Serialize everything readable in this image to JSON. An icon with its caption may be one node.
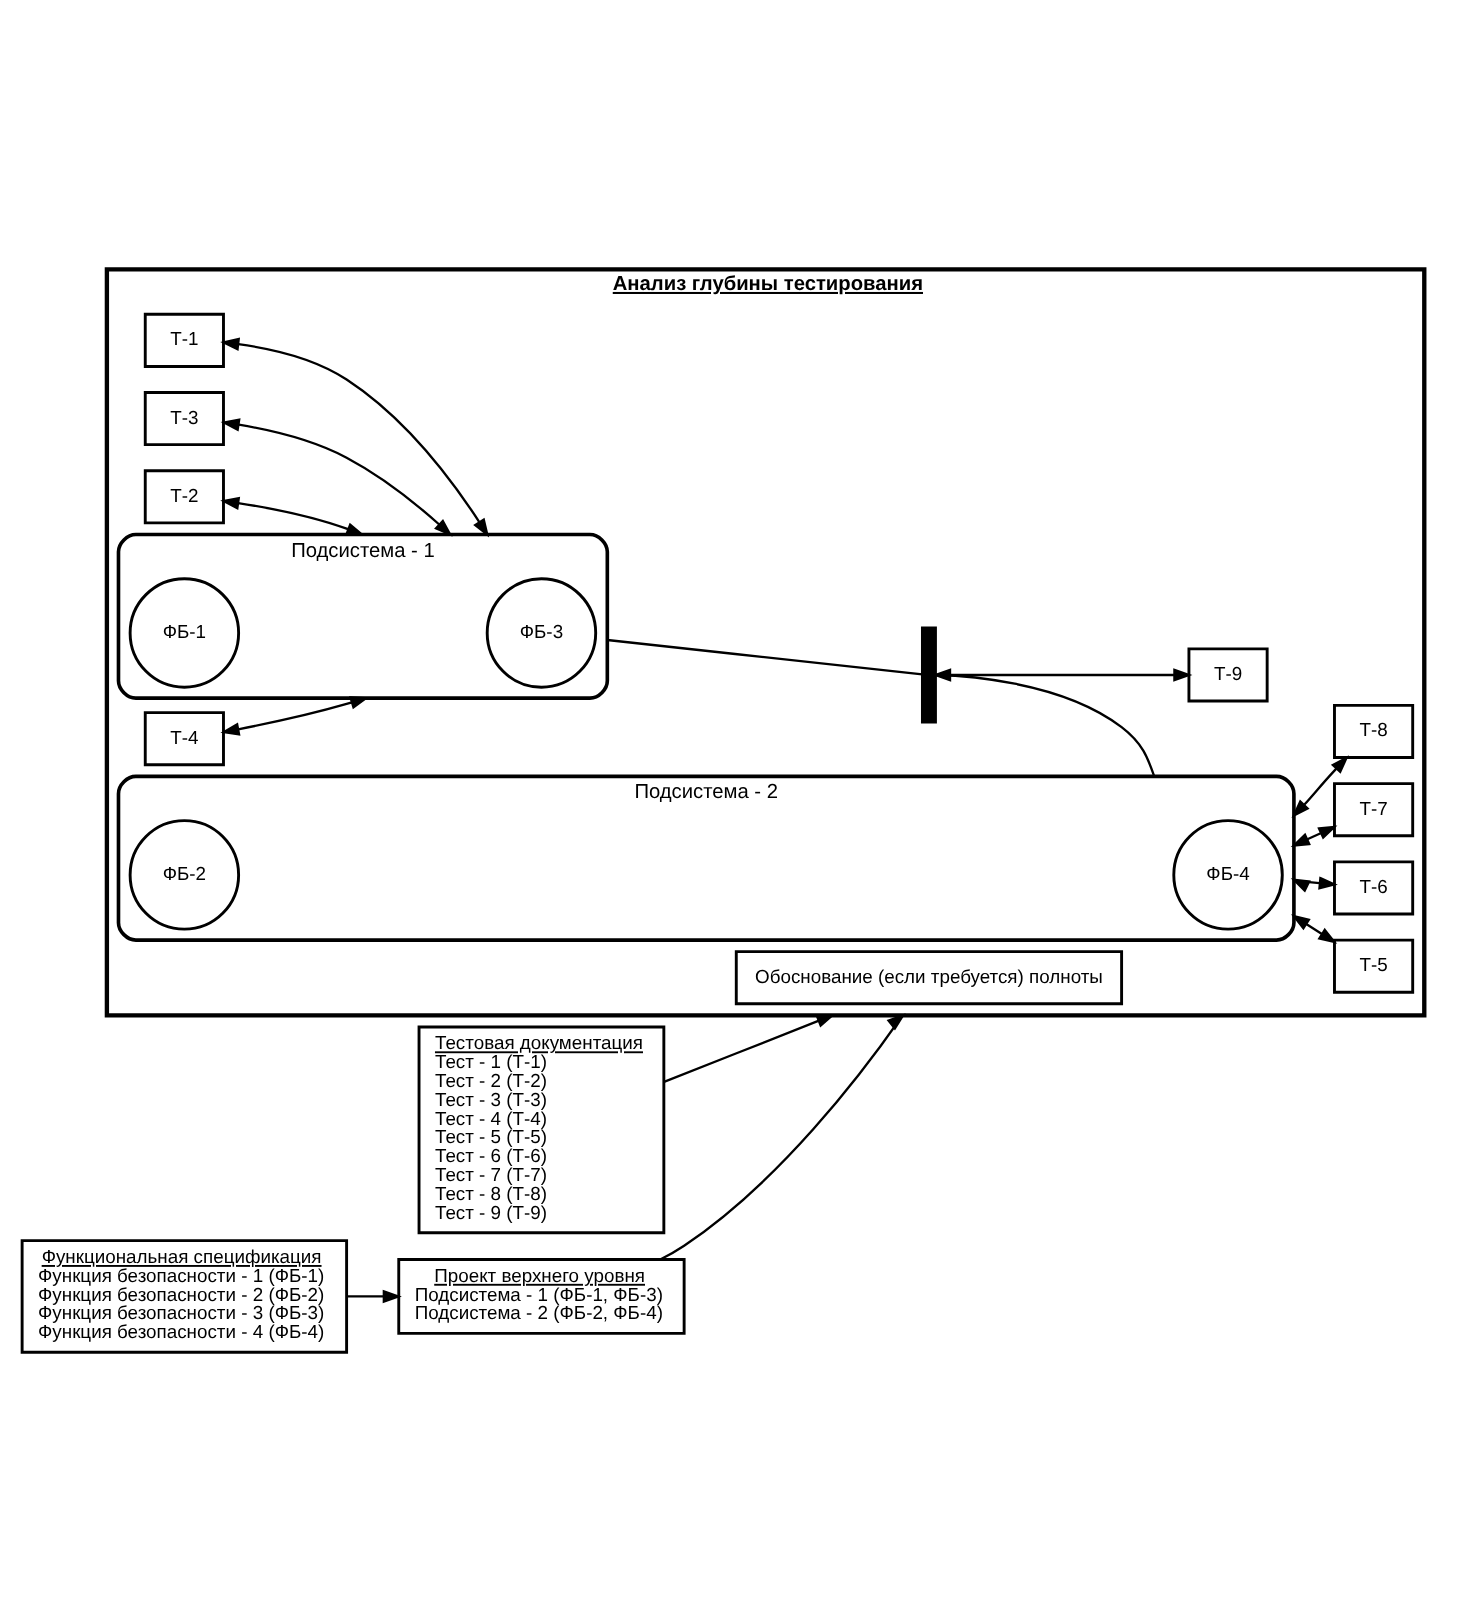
{
  "diagram": {
    "nodes": [
      {
        "text": [
          "Анализ глубины тестирования"
        ]
      },
      {
        "text": [
          "Подсистема - 1"
        ],
        "in": 0
      },
      {
        "text": [
          "ФБ-1"
        ],
        "in": 1
      },
      {
        "text": [
          "ФБ-3"
        ],
        "in": 1
      },
      {
        "text": [
          "Подсистема - 2"
        ],
        "in": 0
      },
      {
        "text": [
          "ФБ-2"
        ],
        "in": 4
      },
      {
        "text": [
          "ФБ-4"
        ],
        "in": 4
      },
      {
        "text": [
          "Т-1"
        ],
        "in": 0
      },
      {
        "text": [
          "Т-3"
        ],
        "in": 0
      },
      {
        "text": [
          "Т-2"
        ],
        "in": 0
      },
      {
        "text": [
          "Т-4"
        ],
        "in": 0
      },
      {
        "text": [
          "Т-5"
        ],
        "in": 0
      },
      {
        "text": [
          "Т-6"
        ],
        "in": 0
      },
      {
        "text": [
          "Т-7"
        ],
        "in": 0
      },
      {
        "text": [
          "Т-8"
        ],
        "in": 0
      },
      {
        "text": [
          "Т-9"
        ],
        "in": 0
      },
      {
        "text": [],
        "shape": "bar",
        "in": 0
      },
      {
        "text": [
          "Обоснование (если требуется) полноты"
        ],
        "in": 0
      },
      {
        "text": [
          "Тестовая документация",
          "Тест - 1 (Т-1)",
          "Тест - 2 (Т-2)",
          "Тест - 3 (Т-3)",
          "Тест - 4 (Т-4)",
          "Тест - 5 (Т-5)",
          "Тест - 6 (Т-6)",
          "Тест - 7 (Т-7)",
          "Тест - 8 (Т-8)",
          "Тест - 9 (Т-9)"
        ]
      },
      {
        "text": [
          "Проект верхнего уровня",
          "Подсистема - 1 (ФБ-1, ФБ-3)",
          "Подсистема - 2 (ФБ-2, ФБ-4)"
        ]
      },
      {
        "text": [
          "Функциональная спецификация",
          "Функция безопасности - 1 (ФБ-1)",
          "Функция безопасности - 2 (ФБ-2)",
          "Функция безопасности - 3 (ФБ-3)",
          "Функция безопасности - 4 (ФБ-4)"
        ]
      }
    ],
    "edges": [
      {
        "from": 7,
        "to": 1,
        "arrow": "both"
      },
      {
        "from": 8,
        "to": 1,
        "arrow": "both"
      },
      {
        "from": 9,
        "to": 1,
        "arrow": "both"
      },
      {
        "from": 10,
        "to": 1,
        "arrow": "both"
      },
      {
        "from": 4,
        "to": 11,
        "arrow": "both"
      },
      {
        "from": 4,
        "to": 12,
        "arrow": "both"
      },
      {
        "from": 4,
        "to": 13,
        "arrow": "both"
      },
      {
        "from": 4,
        "to": 14,
        "arrow": "both"
      },
      {
        "from": 1,
        "to": 16,
        "arrow": "none"
      },
      {
        "from": 16,
        "to": 4,
        "arrow": "none"
      },
      {
        "from": 16,
        "to": 15,
        "arrow": "both"
      },
      {
        "from": 18,
        "to": 0,
        "arrow": "to"
      },
      {
        "from": 19,
        "to": 0,
        "arrow": "to"
      },
      {
        "from": 20,
        "to": 19,
        "arrow": "to"
      }
    ]
  }
}
